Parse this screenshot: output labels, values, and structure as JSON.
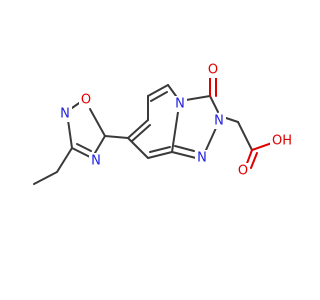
{
  "molecule": {
    "atoms": {
      "n_pyridine": "N",
      "n_triazole_2": "N",
      "n_triazole_3": "N",
      "o_carbonyl": "O",
      "o_acid_carbonyl": "O",
      "oh_acid": "OH",
      "o_oxadiazole": "O",
      "n_oxadiazole_2": "N",
      "n_oxadiazole_4": "N"
    },
    "colors": {
      "carbon_bond": "#3a3a3a",
      "nitrogen": "#2020e0",
      "oxygen": "#e00000"
    }
  }
}
